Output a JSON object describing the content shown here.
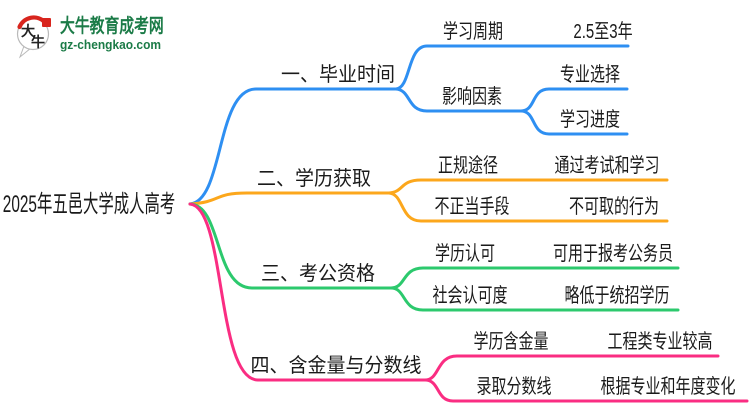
{
  "logo": {
    "title": "大牛教育成考网",
    "url": "gz-chengkao.com",
    "mark_line1": "大",
    "mark_line2": "牛",
    "colors": {
      "green": "#1b7b47",
      "red": "#d8251e"
    }
  },
  "mindmap": {
    "root": {
      "label": "2025年五邑大学成人高考"
    },
    "branches": [
      {
        "label": "一、毕业时间",
        "color": "#2e8ff2",
        "children": [
          {
            "label": "学习周期",
            "children": [
              {
                "label": "2.5至3年"
              }
            ]
          },
          {
            "label": "影响因素",
            "children": [
              {
                "label": "专业选择"
              },
              {
                "label": "学习进度"
              }
            ]
          }
        ]
      },
      {
        "label": "二、学历获取",
        "color": "#fca71c",
        "children": [
          {
            "label": "正规途径",
            "children": [
              {
                "label": "通过考试和学习"
              }
            ]
          },
          {
            "label": "不正当手段",
            "children": [
              {
                "label": "不可取的行为"
              }
            ]
          }
        ]
      },
      {
        "label": "三、考公资格",
        "color": "#2cc96d",
        "children": [
          {
            "label": "学历认可",
            "children": [
              {
                "label": "可用于报考公务员"
              }
            ]
          },
          {
            "label": "社会认可度",
            "children": [
              {
                "label": "略低于统招学历"
              }
            ]
          }
        ]
      },
      {
        "label": "四、含金量与分数线",
        "color": "#fa2d82",
        "children": [
          {
            "label": "学历含金量",
            "children": [
              {
                "label": "工程类专业较高"
              }
            ]
          },
          {
            "label": "录取分数线",
            "children": [
              {
                "label": "根据专业和年度变化"
              }
            ]
          }
        ]
      }
    ]
  }
}
